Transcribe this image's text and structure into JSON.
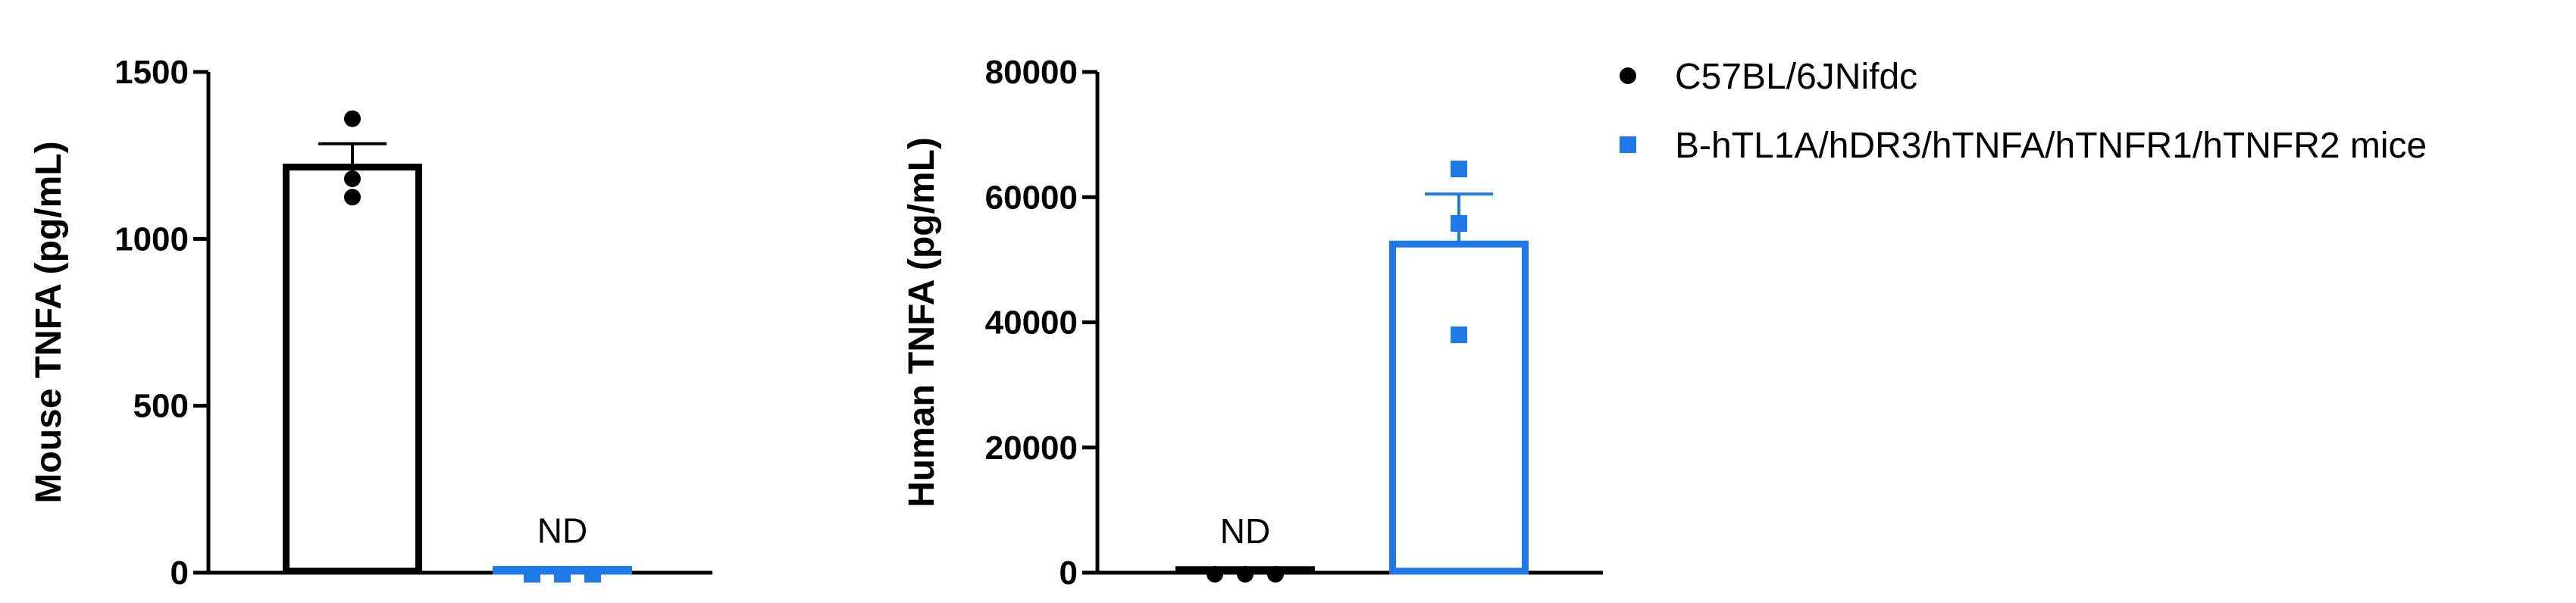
{
  "colors": {
    "wild_type": "#000000",
    "humanized": "#1f7ae8"
  },
  "legend": {
    "items": [
      {
        "label": "C57BL/6JNifdc",
        "marker": "circle",
        "color": "#000000"
      },
      {
        "label": "B-hTL1A/hDR3/hTNFA/hTNFR1/hTNFR2 mice",
        "marker": "square",
        "color": "#1f7ae8"
      }
    ]
  },
  "chart_data": [
    {
      "type": "bar",
      "ylabel": "Mouse TNFA (pg/mL)",
      "ylim": [
        0,
        1500
      ],
      "yticks": [
        0,
        500,
        1000,
        1500
      ],
      "grid": false,
      "groups": [
        {
          "series": "C57BL/6JNifdc",
          "mean": 1215,
          "sem": 70,
          "points": [
            1360,
            1180,
            1125
          ],
          "marker": "circle",
          "color": "#000000",
          "annotation": ""
        },
        {
          "series": "B-hTL1A/hDR3/hTNFA/hTNFR1/hTNFR2 mice",
          "mean": 10,
          "sem": 0,
          "points": [
            0,
            0,
            0
          ],
          "marker": "square",
          "color": "#1f7ae8",
          "annotation": "ND"
        }
      ]
    },
    {
      "type": "bar",
      "ylabel": "Human TNFA (pg/mL)",
      "ylim": [
        0,
        80000
      ],
      "yticks": [
        0,
        20000,
        40000,
        60000,
        80000
      ],
      "grid": false,
      "groups": [
        {
          "series": "C57BL/6JNifdc",
          "mean": 500,
          "sem": 0,
          "points": [
            0,
            0,
            0
          ],
          "marker": "circle",
          "color": "#000000",
          "annotation": "ND"
        },
        {
          "series": "B-hTL1A/hDR3/hTNFA/hTNFR1/hTNFR2 mice",
          "mean": 52500,
          "sem": 8000,
          "points": [
            64500,
            55800,
            38000
          ],
          "marker": "square",
          "color": "#1f7ae8",
          "annotation": ""
        }
      ]
    }
  ]
}
